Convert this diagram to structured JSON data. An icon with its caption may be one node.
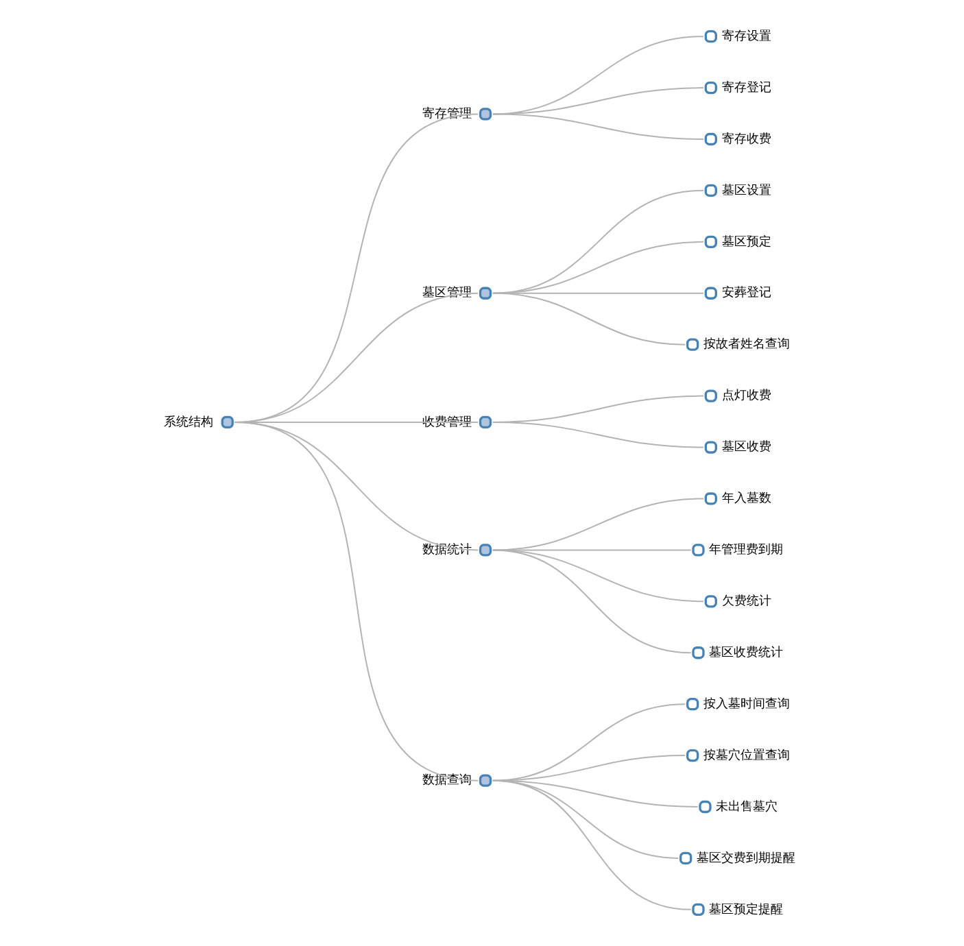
{
  "diagram": {
    "nodes": [
      {
        "text": [
          "系统结构"
        ]
      },
      {
        "text": [
          "寄存管理"
        ]
      },
      {
        "text": [
          "墓区管理"
        ]
      },
      {
        "text": [
          "收费管理"
        ]
      },
      {
        "text": [
          "数据统计"
        ]
      },
      {
        "text": [
          "数据查询"
        ]
      },
      {
        "text": [
          "寄存设置"
        ]
      },
      {
        "text": [
          "寄存登记"
        ]
      },
      {
        "text": [
          "寄存收费"
        ]
      },
      {
        "text": [
          "墓区设置"
        ]
      },
      {
        "text": [
          "墓区预定"
        ]
      },
      {
        "text": [
          "安葬登记"
        ]
      },
      {
        "text": [
          "按故者姓名查询"
        ]
      },
      {
        "text": [
          "点灯收费"
        ]
      },
      {
        "text": [
          "墓区收费"
        ]
      },
      {
        "text": [
          "年入墓数"
        ]
      },
      {
        "text": [
          "年管理费到期"
        ]
      },
      {
        "text": [
          "欠费统计"
        ]
      },
      {
        "text": [
          "墓区收费统计"
        ]
      },
      {
        "text": [
          "按入墓时间查询"
        ]
      },
      {
        "text": [
          "按墓穴位置查询"
        ]
      },
      {
        "text": [
          "未出售墓穴"
        ]
      },
      {
        "text": [
          "墓区交费到期提醒"
        ]
      },
      {
        "text": [
          "墓区预定提醒"
        ]
      }
    ],
    "edges": [
      {
        "from": 0,
        "to": 1,
        "arrow": "none"
      },
      {
        "from": 0,
        "to": 2,
        "arrow": "none"
      },
      {
        "from": 0,
        "to": 3,
        "arrow": "none"
      },
      {
        "from": 0,
        "to": 4,
        "arrow": "none"
      },
      {
        "from": 0,
        "to": 5,
        "arrow": "none"
      },
      {
        "from": 1,
        "to": 6,
        "arrow": "none"
      },
      {
        "from": 1,
        "to": 7,
        "arrow": "none"
      },
      {
        "from": 1,
        "to": 8,
        "arrow": "none"
      },
      {
        "from": 2,
        "to": 9,
        "arrow": "none"
      },
      {
        "from": 2,
        "to": 10,
        "arrow": "none"
      },
      {
        "from": 2,
        "to": 11,
        "arrow": "none"
      },
      {
        "from": 2,
        "to": 12,
        "arrow": "none"
      },
      {
        "from": 3,
        "to": 13,
        "arrow": "none"
      },
      {
        "from": 3,
        "to": 14,
        "arrow": "none"
      },
      {
        "from": 4,
        "to": 15,
        "arrow": "none"
      },
      {
        "from": 4,
        "to": 16,
        "arrow": "none"
      },
      {
        "from": 4,
        "to": 17,
        "arrow": "none"
      },
      {
        "from": 4,
        "to": 18,
        "arrow": "none"
      },
      {
        "from": 5,
        "to": 19,
        "arrow": "none"
      },
      {
        "from": 5,
        "to": 20,
        "arrow": "none"
      },
      {
        "from": 5,
        "to": 21,
        "arrow": "none"
      },
      {
        "from": 5,
        "to": 22,
        "arrow": "none"
      },
      {
        "from": 5,
        "to": 23,
        "arrow": "none"
      }
    ]
  }
}
